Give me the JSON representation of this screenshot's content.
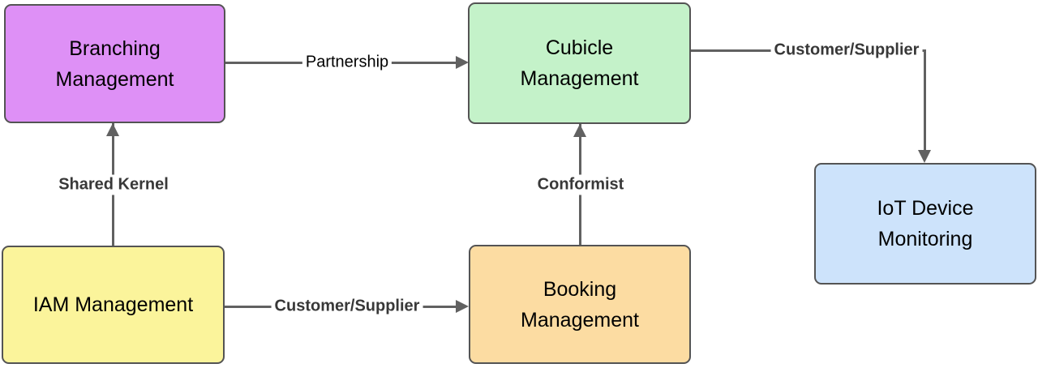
{
  "diagram": {
    "type": "context-map-flowchart",
    "background_color": "#ffffff",
    "border_color": "#545454",
    "line_color": "#616161",
    "node_text_color": "#000000",
    "edge_label_color": "#383838",
    "nodes": [
      {
        "id": "branching",
        "label": "Branching Management",
        "lines": [
          "Branching",
          "Management"
        ],
        "fill": "#de90f6"
      },
      {
        "id": "cubicle",
        "label": "Cubicle Management",
        "lines": [
          "Cubicle",
          "Management"
        ],
        "fill": "#c4f2c9"
      },
      {
        "id": "iot",
        "label": "IoT Device Monitoring",
        "lines": [
          "IoT Device",
          "Monitoring"
        ],
        "fill": "#cde3fb"
      },
      {
        "id": "iam",
        "label": "IAM Management",
        "lines": [
          "IAM Management"
        ],
        "fill": "#fbf49b"
      },
      {
        "id": "booking",
        "label": "Booking Management",
        "lines": [
          "Booking",
          "Management"
        ],
        "fill": "#fcdca2"
      }
    ],
    "edges": [
      {
        "from": "Branching Management",
        "to": "Cubicle Management",
        "label": "Partnership",
        "weight": "regular"
      },
      {
        "from": "IAM Management",
        "to": "Branching Management",
        "label": "Shared Kernel",
        "weight": "bold"
      },
      {
        "from": "Booking Management",
        "to": "Cubicle Management",
        "label": "Conformist",
        "weight": "bold"
      },
      {
        "from": "IAM Management",
        "to": "Booking Management",
        "label": "Customer/Supplier",
        "weight": "bold"
      },
      {
        "from": "Cubicle Management",
        "to": "IoT Device Monitoring",
        "label": "Customer/Supplier",
        "weight": "bold"
      }
    ]
  }
}
